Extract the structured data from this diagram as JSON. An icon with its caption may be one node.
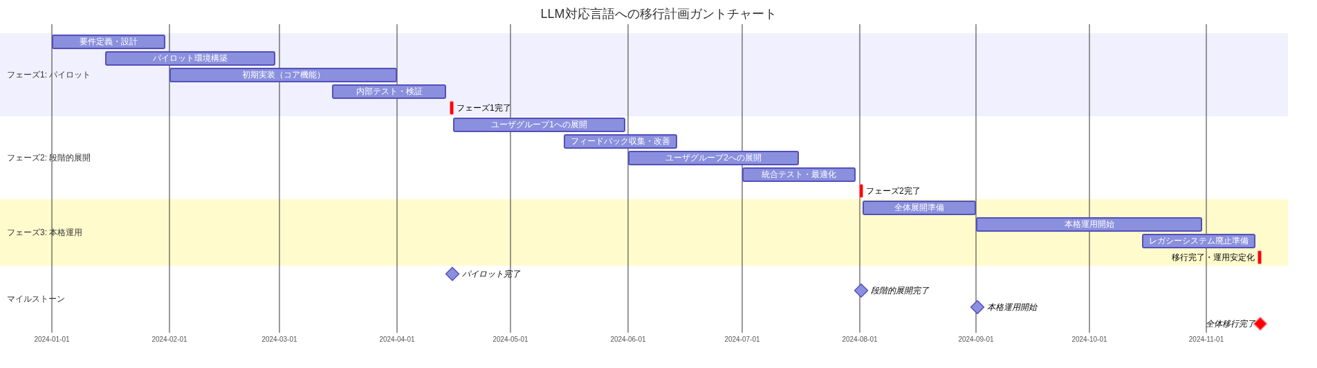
{
  "diagram": {
    "title": "LLM対応言語への移行計画ガントチャート",
    "nodes": [
      {
        "text": [
          "フェーズ1: パイロット"
        ]
      },
      {
        "text": [
          "要件定義・設計"
        ],
        "in": 0
      },
      {
        "text": [
          "パイロット環境構築"
        ],
        "in": 0
      },
      {
        "text": [
          "初期実装（コア機能）"
        ],
        "in": 0
      },
      {
        "text": [
          "内部テスト・検証"
        ],
        "in": 0
      },
      {
        "text": [],
        "shape": "bar",
        "beside": [
          "フェーズ1完了"
        ],
        "in": 0
      },
      {
        "text": [
          "フェーズ2: 段階的展開"
        ]
      },
      {
        "text": [
          "ユーザグループ1への展開"
        ],
        "in": 6
      },
      {
        "text": [
          "フィードバック収集・改善"
        ],
        "in": 6
      },
      {
        "text": [
          "ユーザグループ2への展開"
        ],
        "in": 6
      },
      {
        "text": [
          "統合テスト・最適化"
        ],
        "in": 6
      },
      {
        "text": [],
        "shape": "bar",
        "beside": [
          "フェーズ2完了"
        ],
        "in": 6
      },
      {
        "text": [
          "フェーズ3: 本格運用"
        ]
      },
      {
        "text": [
          "全体展開準備"
        ],
        "in": 12
      },
      {
        "text": [
          "本格運用開始"
        ],
        "in": 12
      },
      {
        "text": [
          "レガシーシステム廃止準備"
        ],
        "in": 12
      },
      {
        "text": [],
        "shape": "bar",
        "beside": [
          "移行完了・運用安定化"
        ],
        "in": 12
      },
      {
        "text": [
          "マイルストーン"
        ]
      },
      {
        "text": [],
        "shape": "diamond",
        "beside": [
          "パイロット完了"
        ],
        "in": 17
      },
      {
        "text": [],
        "shape": "diamond",
        "beside": [
          "段階的展開完了"
        ],
        "in": 17
      },
      {
        "text": [],
        "shape": "diamond",
        "beside": [
          "本格運用開始"
        ],
        "in": 17
      },
      {
        "text": [],
        "shape": "diamond",
        "beside": [
          "全体移行完了"
        ],
        "in": 17
      }
    ],
    "labels": [
      "2024-01-01",
      "2024-02-01",
      "2024-03-01",
      "2024-04-01",
      "2024-05-01",
      "2024-06-01",
      "2024-07-01",
      "2024-08-01",
      "2024-09-01",
      "2024-10-01",
      "2024-11-01"
    ]
  }
}
